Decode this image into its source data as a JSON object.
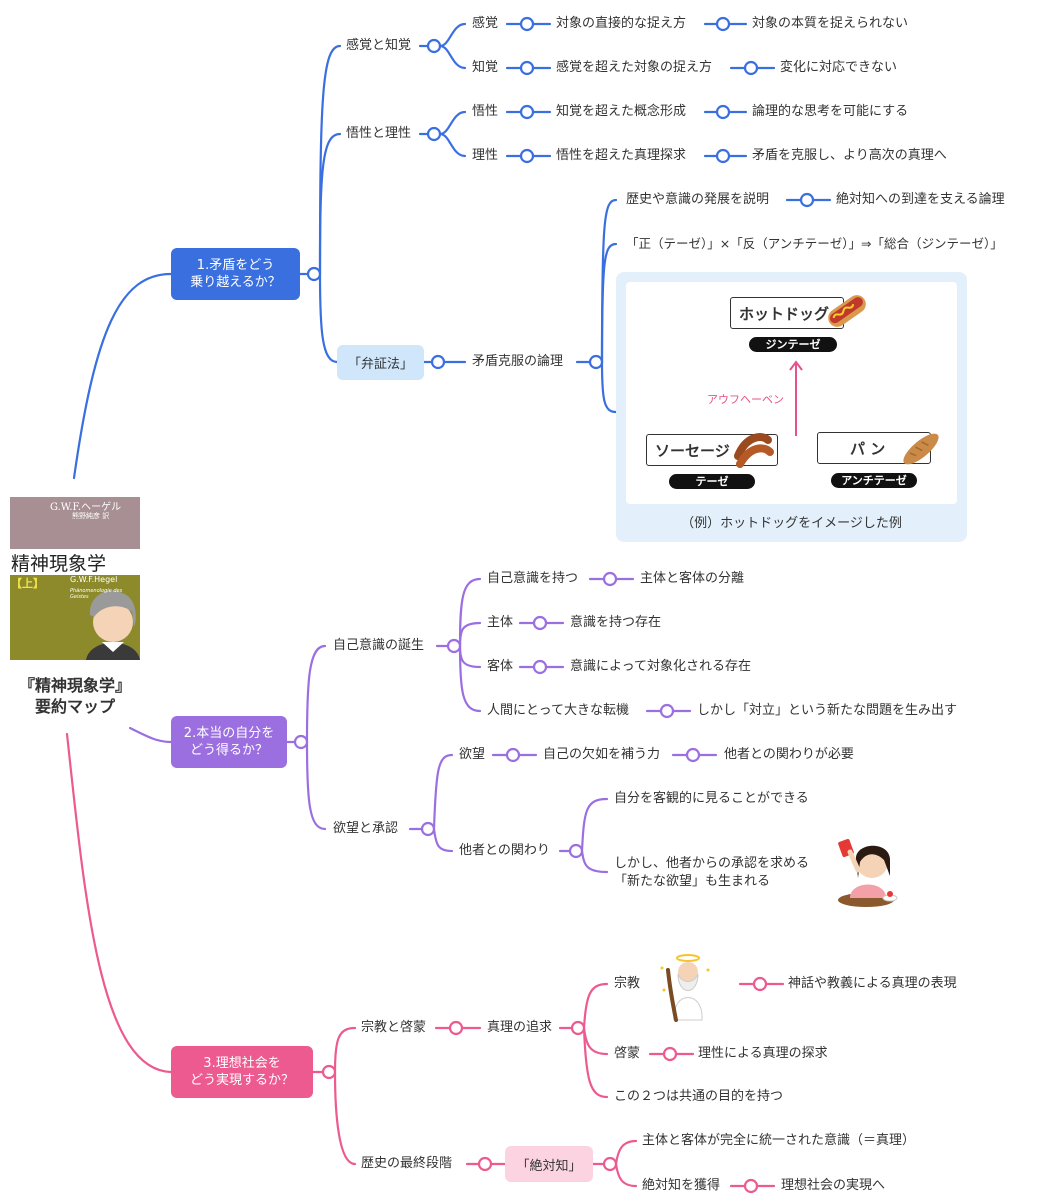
{
  "root": {
    "title_line1": "『精神現象学』",
    "title_line2": "要約マップ",
    "cover": {
      "author_jp": "G.W.F.ヘーゲル",
      "translator": "熊野純彦 訳",
      "book_title": "精神現象学",
      "volume": "【上】",
      "author_en": "G.W.F.Hegel",
      "subtitle_en": "Phänomenologie des Geistes"
    }
  },
  "colors": {
    "blue": "#3a6fe0",
    "purple": "#9b6fe0",
    "pink": "#ec5a8f",
    "light_blue": "#cfe6fb",
    "light_pink": "#fbd3e1"
  },
  "branch1": {
    "label_line1": "1.矛盾をどう",
    "label_line2": "乗り越えるか？",
    "kankaku_chikaku": "感覚と知覚",
    "kankaku": "感覚",
    "kankaku_1": "対象の直接的な捉え方",
    "kankaku_2": "対象の本質を捉えられない",
    "chikaku": "知覚",
    "chikaku_1": "感覚を超えた対象の捉え方",
    "chikaku_2": "変化に対応できない",
    "gosei_risei": "悟性と理性",
    "gosei": "悟性",
    "gosei_1": "知覚を超えた概念形成",
    "gosei_2": "論理的な思考を可能にする",
    "risei": "理性",
    "risei_1": "悟性を超えた真理探求",
    "risei_2": "矛盾を克服し、より高次の真理へ",
    "benshoho": "「弁証法」",
    "mujun": "矛盾克服の論理",
    "rekishi": "歴史や意識の発展を説明",
    "rekishi_1": "絶対知への到達を支える論理",
    "formula": "「正（テーゼ）」×「反（アンチテーゼ）」⇒「総合（ジンテーゼ）」",
    "example": {
      "hotdog": "ホットドッグ",
      "synthese": "ジンテーゼ",
      "aufheben": "アウフヘーベン",
      "sausage": "ソーセージ",
      "these": "テーゼ",
      "pan": "パ ン",
      "antithese": "アンチテーゼ",
      "caption": "（例）ホットドッグをイメージした例"
    }
  },
  "branch2": {
    "label_line1": "2.本当の自分を",
    "label_line2": "どう得るか？",
    "jiko_ishiki_tanjo": "自己意識の誕生",
    "jiko_ishiki": "自己意識を持つ",
    "jiko_ishiki_1": "主体と客体の分離",
    "shutai": "主体",
    "shutai_1": "意識を持つ存在",
    "kyakutai": "客体",
    "kyakutai_1": "意識によって対象化される存在",
    "tenki": "人間にとって大きな転機",
    "tenki_1": "しかし「対立」という新たな問題を生み出す",
    "yokubo_shonin": "欲望と承認",
    "yokubo": "欲望",
    "yokubo_1": "自己の欠如を補う力",
    "yokubo_2": "他者との関わりが必要",
    "tasha": "他者との関わり",
    "tasha_1": "自分を客観的に見ることができる",
    "tasha_2_line1": "しかし、他者からの承認を求める",
    "tasha_2_line2": "「新たな欲望」も生まれる"
  },
  "branch3": {
    "label_line1": "3.理想社会を",
    "label_line2": "どう実現するか？",
    "shukyo_keimo": "宗教と啓蒙",
    "shinri": "真理の追求",
    "shukyo": "宗教",
    "shukyo_1": "神話や教義による真理の表現",
    "keimo": "啓蒙",
    "keimo_1": "理性による真理の探求",
    "kyotsu": "この２つは共通の目的を持つ",
    "saishu": "歴史の最終段階",
    "zettaichi": "「絶対知」",
    "zettaichi_1": "主体と客体が完全に統一された意識（＝真理）",
    "kakutoku": "絶対知を獲得",
    "kakutoku_1": "理想社会の実現へ"
  }
}
